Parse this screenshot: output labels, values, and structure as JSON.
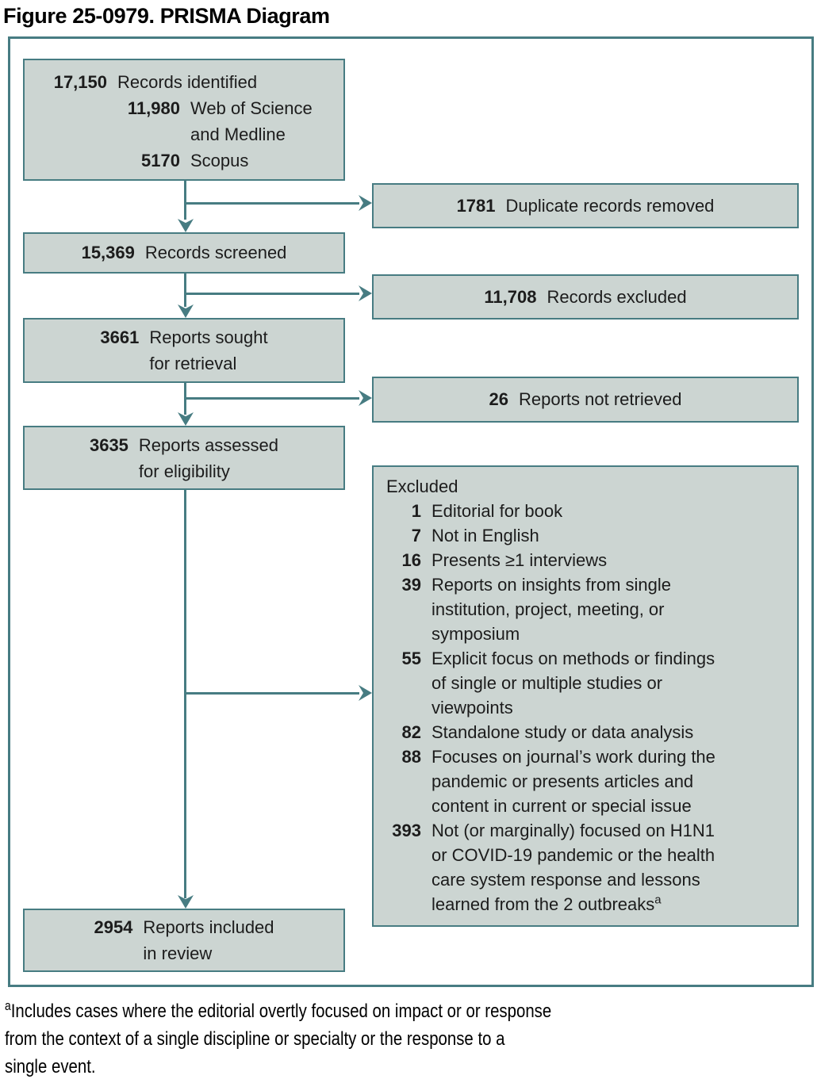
{
  "title": "Figure 25-0979. PRISMA Diagram",
  "colors": {
    "accent_teal": "#477c82",
    "box_fill": "#ccd5d2",
    "text": "#1c1c1c"
  },
  "flow": {
    "identified": {
      "number": "17,150",
      "label": "Records identified",
      "sub": [
        {
          "number": "11,980",
          "label": "Web of Science\nand Medline"
        },
        {
          "number": "5170",
          "label": "Scopus"
        }
      ]
    },
    "duplicates_removed": {
      "number": "1781",
      "label": "Duplicate records removed"
    },
    "screened": {
      "number": "15,369",
      "label": "Records screened"
    },
    "records_excluded": {
      "number": "11,708",
      "label": "Records excluded"
    },
    "sought": {
      "number": "3661",
      "label": "Reports sought\nfor retrieval"
    },
    "not_retrieved": {
      "number": "26",
      "label": "Reports not retrieved"
    },
    "assessed": {
      "number": "3635",
      "label": "Reports assessed\nfor eligibility"
    },
    "included": {
      "number": "2954",
      "label": "Reports included\nin review"
    },
    "excluded_box": {
      "header": "Excluded",
      "items": [
        {
          "number": "1",
          "label": "Editorial for book"
        },
        {
          "number": "7",
          "label": "Not in English"
        },
        {
          "number": "16",
          "label": "Presents ≥1 interviews"
        },
        {
          "number": "39",
          "label": "Reports on insights from single\ninstitution, project, meeting, or\nsymposium"
        },
        {
          "number": "55",
          "label": "Explicit focus on methods or findings\nof single or multiple studies or\nviewpoints"
        },
        {
          "number": "82",
          "label": "Standalone study or data analysis"
        },
        {
          "number": "88",
          "label": "Focuses on journal’s work during the\npandemic or presents articles and\ncontent in current or special issue"
        },
        {
          "number": "393",
          "label": "Not (or marginally) focused on H1N1\nor COVID-19 pandemic or the health\ncare system response and lessons\nlearned from the 2 outbreaks",
          "sup": "a"
        }
      ]
    }
  },
  "footnote": {
    "marker": "a",
    "text": "Includes cases where the editorial overtly focused on impact or or response\nfrom the context of a single discipline or specialty or the response to a\nsingle event."
  }
}
